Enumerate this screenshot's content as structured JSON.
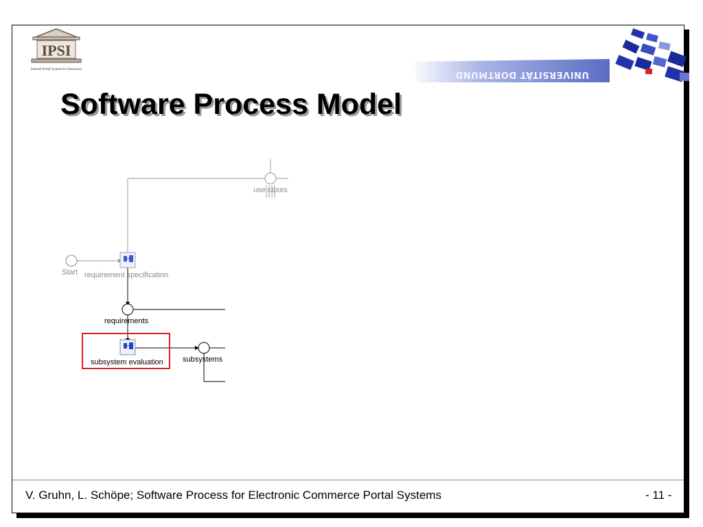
{
  "logo": {
    "abbr": "IPSI",
    "tagline": "Internet Portal System for Insurances"
  },
  "header": {
    "university": "UNIVERSITÄT DORTMUND"
  },
  "slide": {
    "title": "Software Process Model"
  },
  "diagram": {
    "nodes": {
      "start": "Start",
      "requirement_specification": "requirement specification",
      "use_cases": "use cases",
      "requirements": "requirements",
      "subsystem_evaluation": "subsystem evaluation",
      "subsystems": "subsystems"
    },
    "highlight_color": "#e02020",
    "activity_color": "#2244cc"
  },
  "footer": {
    "text": "V. Gruhn, L. Schöpe; Software Process for Electronic Commerce Portal Systems",
    "page": "- 11 -"
  }
}
